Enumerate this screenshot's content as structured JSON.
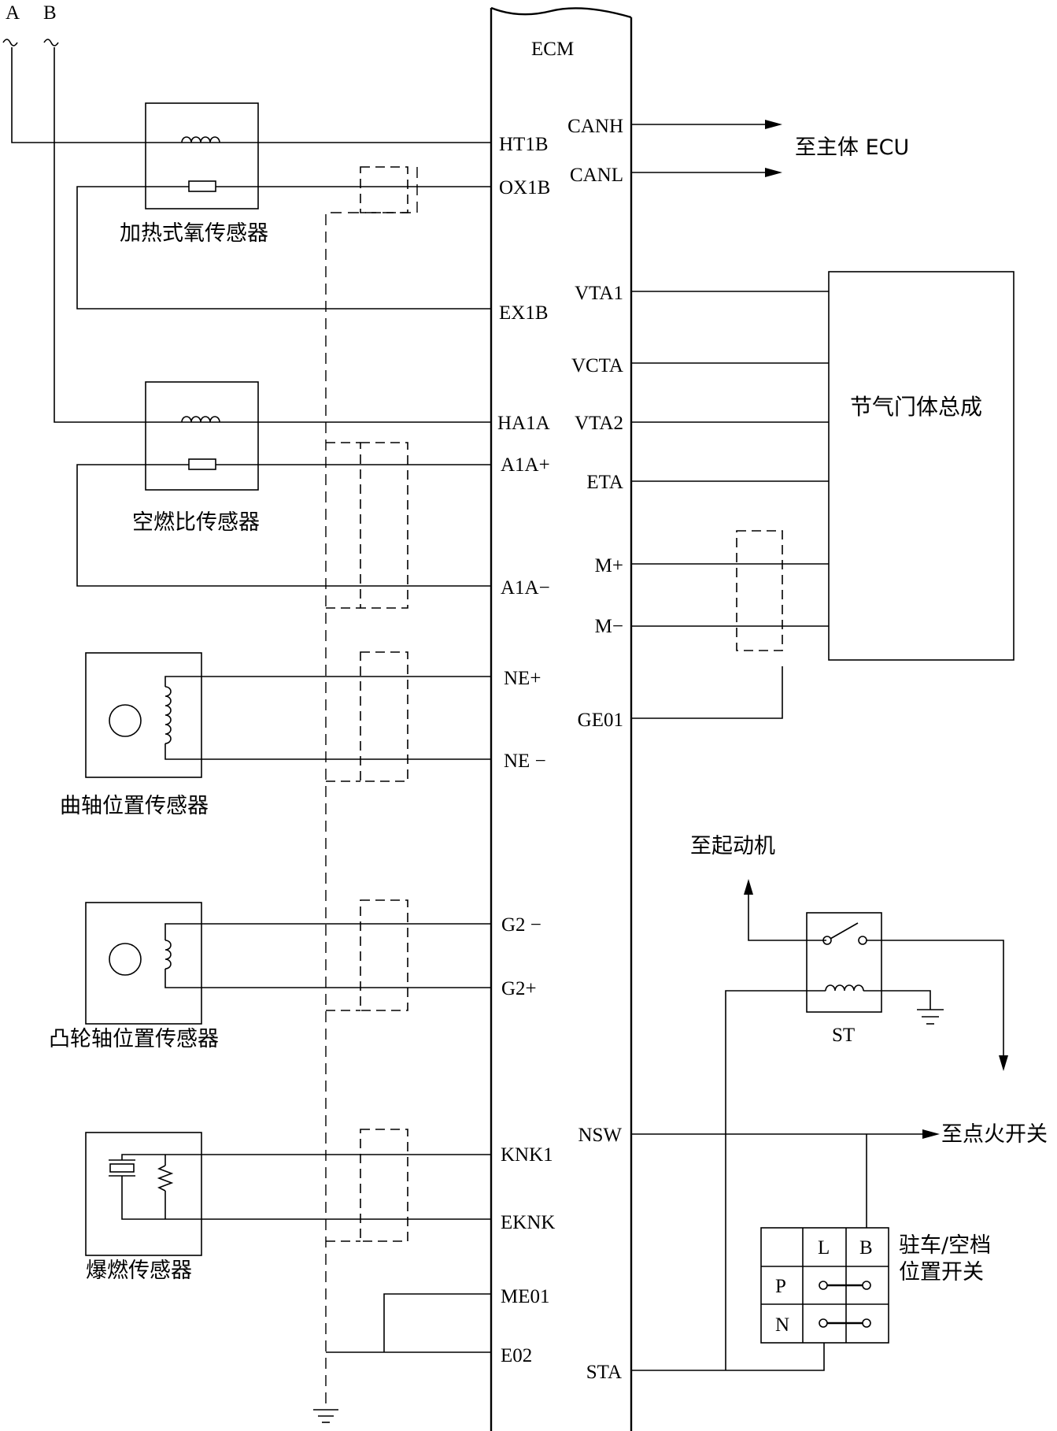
{
  "ecm": {
    "title": "ECM",
    "left_pins": [
      "HT1B",
      "OX1B",
      "EX1B",
      "HA1A",
      "A1A+",
      "A1A−",
      "NE+",
      "NE −",
      "G2 −",
      "G2+",
      "KNK1",
      "EKNK",
      "ME01",
      "E02"
    ],
    "right_pins": [
      "CANH",
      "CANL",
      "VTA1",
      "VCTA",
      "VTA2",
      "ETA",
      "M+",
      "M−",
      "GE01",
      "NSW",
      "STA"
    ]
  },
  "power": {
    "a_label": "A",
    "b_label": "B"
  },
  "sensors": {
    "heated_oxygen": "加热式氧传感器",
    "air_fuel": "空燃比传感器",
    "crankshaft": "曲轴位置传感器",
    "camshaft": "凸轮轴位置传感器",
    "knock": "爆燃传感器"
  },
  "right_side": {
    "body_ecu": "至主体 ECU",
    "throttle": "节气门体总成",
    "starter": "至起动机",
    "st_relay": "ST",
    "ignition": "至点火开关",
    "pn_switch": [
      "驻车/空档",
      "位置开关"
    ],
    "pn_table": {
      "col_l": "L",
      "col_b": "B",
      "row_p": "P",
      "row_n": "N"
    }
  }
}
